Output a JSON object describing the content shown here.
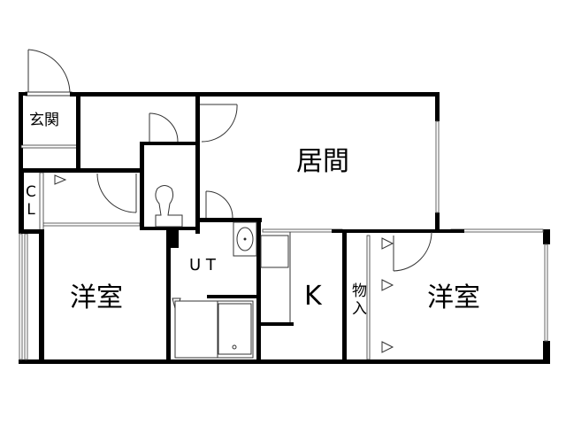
{
  "floor_plan": {
    "rooms": [
      {
        "id": "genkan",
        "label": "玄関",
        "meaning": "entrance"
      },
      {
        "id": "living",
        "label": "居間",
        "meaning": "living room"
      },
      {
        "id": "closet",
        "label": "C\nL",
        "meaning": "closet"
      },
      {
        "id": "western-room-left",
        "label": "洋室",
        "meaning": "western-style room"
      },
      {
        "id": "utility",
        "label": "U T",
        "meaning": "unit bath / utility"
      },
      {
        "id": "kitchen",
        "label": "K",
        "meaning": "kitchen"
      },
      {
        "id": "storage",
        "label": "物\n入",
        "meaning": "storage"
      },
      {
        "id": "western-room-right",
        "label": "洋室",
        "meaning": "western-style room"
      }
    ],
    "colors": {
      "wall": "#000000",
      "window": "#9a9a9a",
      "background": "#ffffff",
      "line": "#333333"
    }
  }
}
